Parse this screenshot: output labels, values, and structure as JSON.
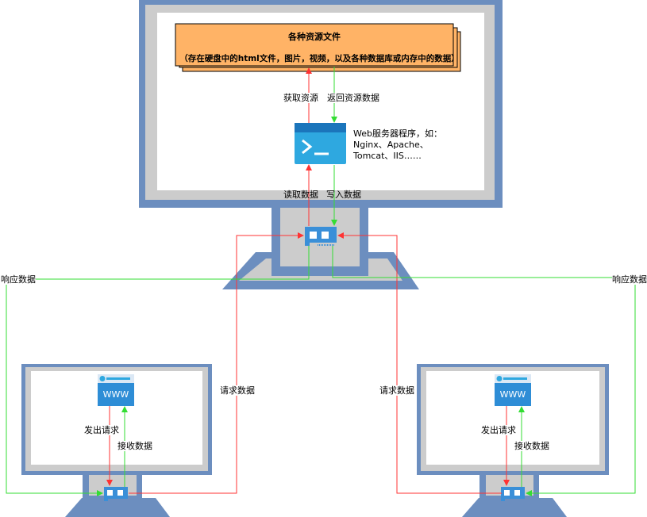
{
  "resource_box": {
    "title": "各种资源文件",
    "subtitle": "（存在硬盘中的html文件，图片，视频，以及各种数据库或内存中的数据）"
  },
  "server": {
    "description_line1": "Web服务器程序，如：",
    "description_line2": "Nginx、Apache、",
    "description_line3": "Tomcat、IIS……"
  },
  "labels": {
    "get_resource": "获取资源",
    "return_resource_data": "返回资源数据",
    "read_data": "读取数据",
    "write_data": "写入数据",
    "response_data_left": "响应数据",
    "response_data_right": "响应数据",
    "request_data_left": "请求数据",
    "request_data_right": "请求数据",
    "send_request_left": "发出请求",
    "receive_data_left": "接收数据",
    "send_request_right": "发出请求",
    "receive_data_right": "接收数据"
  },
  "client_left": {
    "browser_label": "WWW"
  },
  "client_right": {
    "browser_label": "WWW"
  },
  "colors": {
    "monitor_frame": "#6c8ebf",
    "monitor_fill": "#cccccc",
    "request_arrow": "#ff3333",
    "response_arrow": "#33dd33",
    "resource_box": "#ffb366",
    "terminal_icon": "#2ea8e0",
    "nic_icon": "#3a8fd8"
  }
}
